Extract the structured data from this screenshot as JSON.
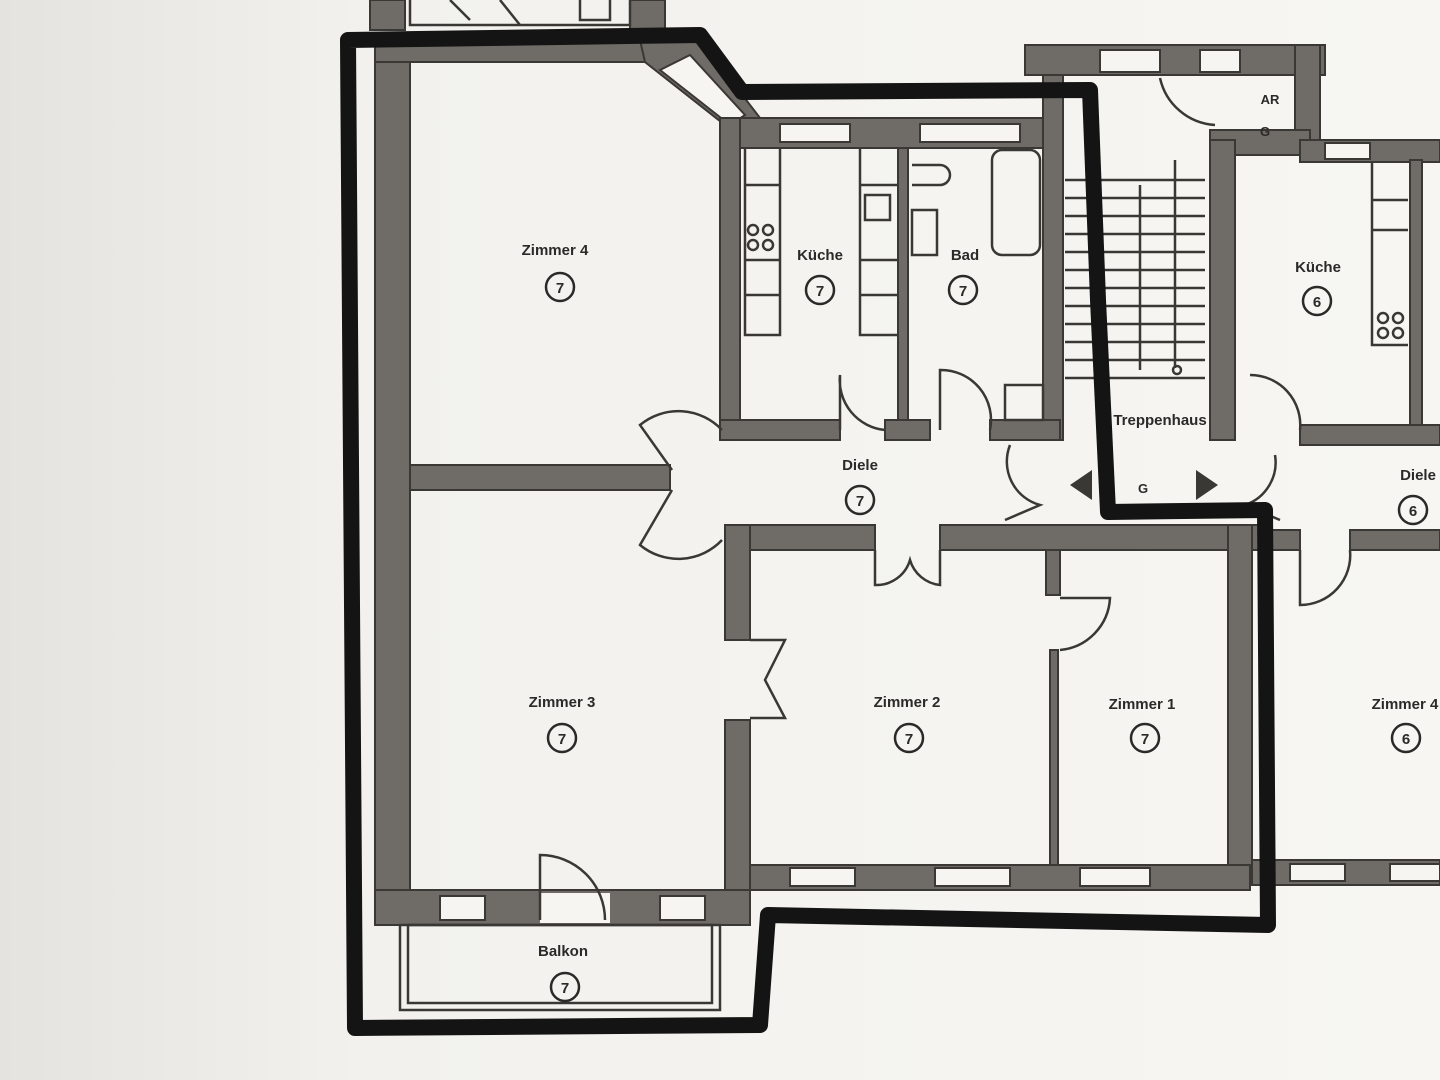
{
  "plan": {
    "rooms": [
      {
        "id": "zimmer-4",
        "name": "Zimmer 4",
        "unit": "7"
      },
      {
        "id": "kueche",
        "name": "Küche",
        "unit": "7"
      },
      {
        "id": "bad",
        "name": "Bad",
        "unit": "7"
      },
      {
        "id": "diele",
        "name": "Diele",
        "unit": "7"
      },
      {
        "id": "zimmer-3",
        "name": "Zimmer 3",
        "unit": "7"
      },
      {
        "id": "zimmer-2",
        "name": "Zimmer 2",
        "unit": "7"
      },
      {
        "id": "zimmer-1",
        "name": "Zimmer 1",
        "unit": "7"
      },
      {
        "id": "balkon",
        "name": "Balkon",
        "unit": "7"
      },
      {
        "id": "kueche-6",
        "name": "Küche",
        "unit": "6"
      },
      {
        "id": "diele-6",
        "name": "Diele",
        "unit": "6"
      },
      {
        "id": "zimmer-4-6",
        "name": "Zimmer 4",
        "unit": "6"
      }
    ],
    "other_labels": {
      "stairwell": "Treppenhaus",
      "ar": "AR",
      "g_ar": "G",
      "g_stair": "G"
    },
    "outline_color": "#141414",
    "wall_color": "#6f6b66"
  }
}
